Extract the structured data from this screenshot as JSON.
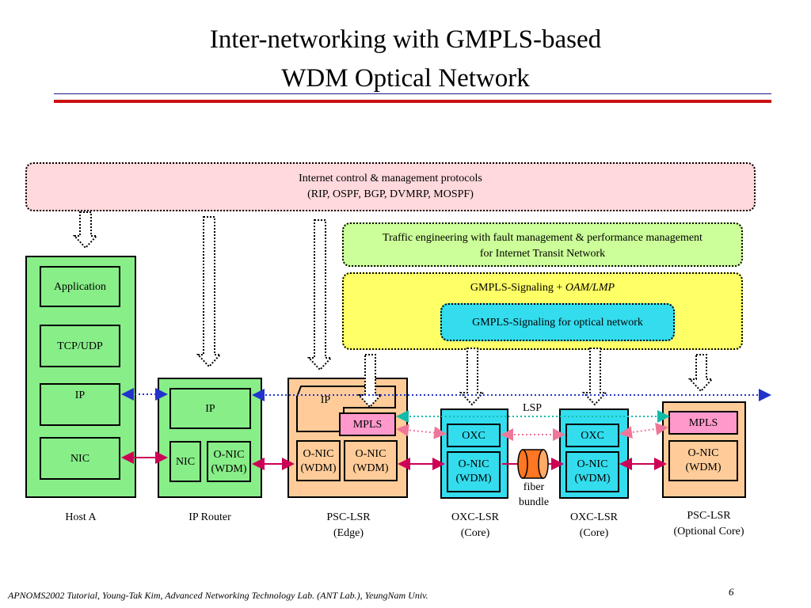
{
  "slide": {
    "title_line1": "Inter-networking with GMPLS-based",
    "title_line2": "WDM Optical Network",
    "footer": "APNOMS2002 Tutorial,   Young-Tak Kim,  Advanced Networking Technology Lab. (ANT Lab.),  YeungNam Univ.",
    "page_number": "6"
  },
  "control": {
    "line1": "Internet control & management protocols",
    "line2": "(RIP, OSPF, BGP, DVMRP, MOSPF)"
  },
  "traffic_eng": {
    "line1": "Traffic engineering with fault management & performance management",
    "line2": "for Internet Transit Network"
  },
  "gmpls": {
    "label": "GMPLS-Signaling + ",
    "label_italic": "OAM/LMP",
    "inner": "GMPLS-Signaling for optical network"
  },
  "host_a": {
    "layers": [
      "Application",
      "TCP/UDP",
      "IP",
      "NIC"
    ],
    "caption": "Host A"
  },
  "ip_router": {
    "ip": "IP",
    "nic": "NIC",
    "onic_1": "O-NIC",
    "onic_2": "(WDM)",
    "caption": "IP Router"
  },
  "psc_edge": {
    "ip": "IP",
    "mpls": "MPLS",
    "onic_1": "O-NIC",
    "onic_2": "(WDM)",
    "caption_1": "PSC-LSR",
    "caption_2": "(Edge)"
  },
  "oxc_core_1": {
    "oxc": "OXC",
    "onic_1": "O-NIC",
    "onic_2": "(WDM)",
    "caption_1": "OXC-LSR",
    "caption_2": "(Core)"
  },
  "oxc_core_2": {
    "oxc": "OXC",
    "onic_1": "O-NIC",
    "onic_2": "(WDM)",
    "caption_1": "OXC-LSR",
    "caption_2": "(Core)"
  },
  "psc_optional": {
    "mpls": "MPLS",
    "onic_1": "O-NIC",
    "onic_2": "(WDM)",
    "caption_1": "PSC-LSR",
    "caption_2": "(Optional Core)"
  },
  "lsp_label": "LSP",
  "fiber_label_1": "fiber",
  "fiber_label_2": "bundle",
  "colors": {
    "control_fill": "#ffd9dc",
    "traffic_fill": "#ccff99",
    "gmpls_fill": "#ffff66",
    "gmpls_inner_fill": "#33ddee",
    "host_fill": "#88ee88",
    "psc_fill": "#ffcc99",
    "oxc_fill": "#33ddee",
    "mpls_fill": "#ff99cc",
    "link_color": "#cc0055",
    "dotted_blue": "#2233cc",
    "lsp_teal": "#11bbaa"
  },
  "icons": [
    "hollow-down-arrow-icon",
    "fiber-bundle-icon"
  ]
}
